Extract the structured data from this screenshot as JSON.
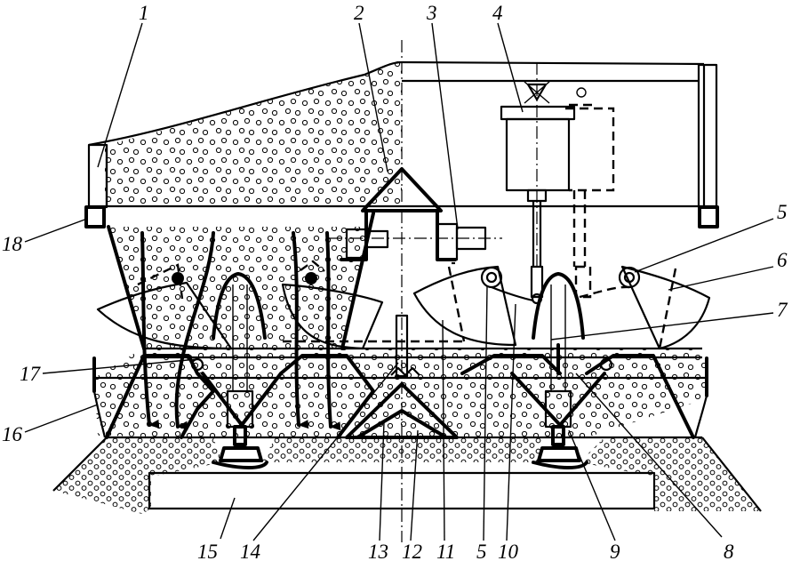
{
  "figure": {
    "callouts": [
      {
        "id": "1",
        "text": "1"
      },
      {
        "id": "2",
        "text": "2"
      },
      {
        "id": "3",
        "text": "3"
      },
      {
        "id": "4",
        "text": "4"
      },
      {
        "id": "5a",
        "text": "5"
      },
      {
        "id": "6",
        "text": "6"
      },
      {
        "id": "7",
        "text": "7"
      },
      {
        "id": "8",
        "text": "8"
      },
      {
        "id": "9",
        "text": "9"
      },
      {
        "id": "10",
        "text": "10"
      },
      {
        "id": "5b",
        "text": "5"
      },
      {
        "id": "11",
        "text": "11"
      },
      {
        "id": "12",
        "text": "12"
      },
      {
        "id": "13",
        "text": "13"
      },
      {
        "id": "14",
        "text": "14"
      },
      {
        "id": "15",
        "text": "15"
      },
      {
        "id": "16",
        "text": "16"
      },
      {
        "id": "17",
        "text": "17"
      },
      {
        "id": "18",
        "text": "18"
      }
    ]
  }
}
